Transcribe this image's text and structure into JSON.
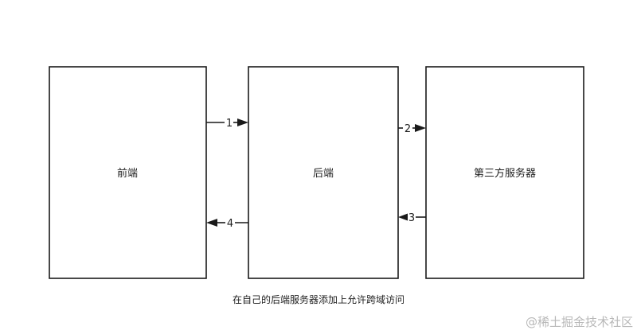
{
  "diagram": {
    "nodes": {
      "frontend": "前端",
      "backend": "后端",
      "third_party": "第三方服务器"
    },
    "edges": {
      "e1": "1",
      "e2": "2",
      "e3": "3",
      "e4": "4"
    },
    "caption": "在自己的后端服务器添加上允许跨域访问"
  },
  "watermark": "@稀土掘金技术社区"
}
